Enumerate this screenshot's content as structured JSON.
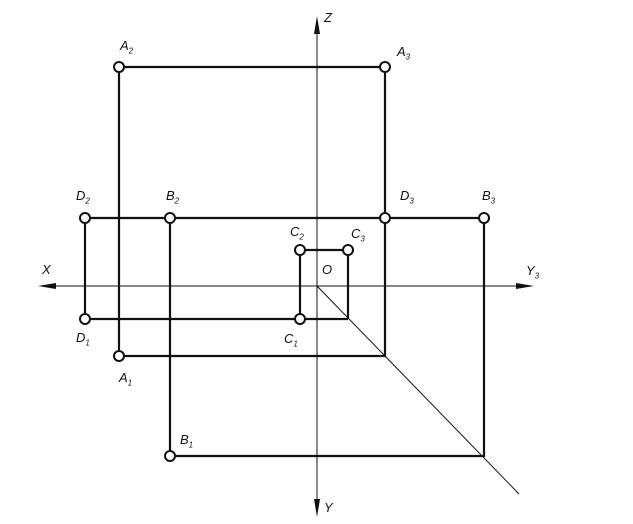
{
  "axes": {
    "x": "X",
    "y3": "Y",
    "y3_sub": "3",
    "z": "Z",
    "y": "Y",
    "origin": "O"
  },
  "points": {
    "A2": {
      "l": "A",
      "s": "2"
    },
    "A3": {
      "l": "A",
      "s": "3"
    },
    "A1": {
      "l": "A",
      "s": "1"
    },
    "B2": {
      "l": "B",
      "s": "2"
    },
    "B3": {
      "l": "B",
      "s": "3"
    },
    "B1": {
      "l": "B",
      "s": "1"
    },
    "C2": {
      "l": "C",
      "s": "2"
    },
    "C3": {
      "l": "C",
      "s": "3"
    },
    "C1": {
      "l": "C",
      "s": "1"
    },
    "D2": {
      "l": "D",
      "s": "2"
    },
    "D3": {
      "l": "D",
      "s": "3"
    },
    "D1": {
      "l": "D",
      "s": "1"
    }
  }
}
